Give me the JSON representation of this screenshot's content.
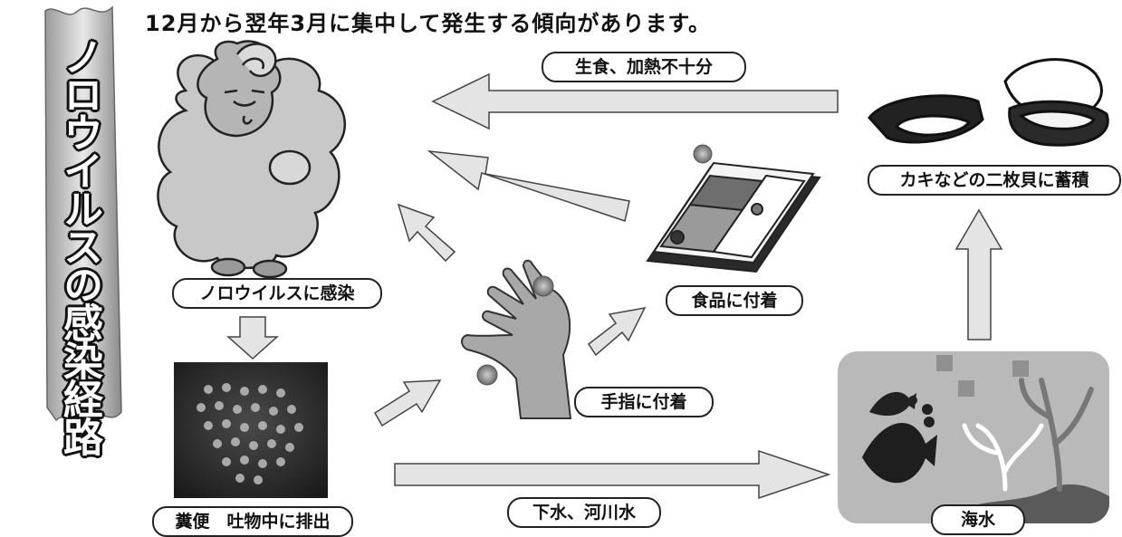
{
  "header": {
    "text": "12月から翌年3月に集中して発生する傾向があります。"
  },
  "banner": {
    "title": "ノロウイルスの感染経路"
  },
  "labels": {
    "raw_food": "生食、加熱不十分",
    "shellfish": "カキなどの二枚貝に蓄積",
    "food": "食品に付着",
    "infected": "ノロウイルスに感染",
    "fingers": "手指に付着",
    "excreted": "糞便　吐物中に排出",
    "sewage": "下水、河川水",
    "seawater": "海水"
  },
  "colors": {
    "arrow_fill": "#e4e4e4",
    "arrow_stroke": "#444444",
    "sheep": "#c8c8c8",
    "virus": "#8a8a8a"
  }
}
